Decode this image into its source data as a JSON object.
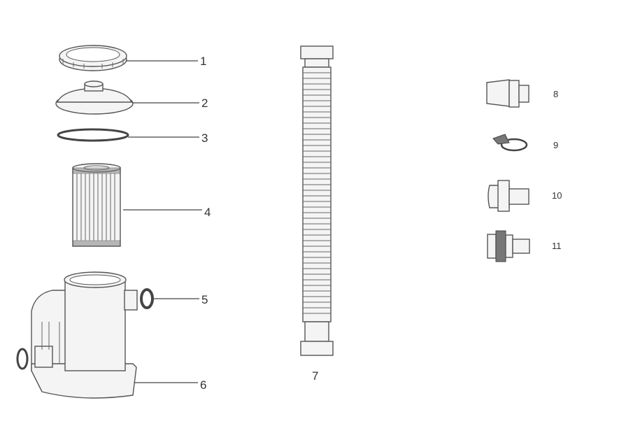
{
  "diagram": {
    "colors": {
      "line": "#555555",
      "fill": "#f4f4f4",
      "text": "#333333"
    },
    "parts": [
      {
        "number": "1",
        "icon": "lock-ring-icon"
      },
      {
        "number": "2",
        "icon": "filter-cover-icon"
      },
      {
        "number": "3",
        "icon": "o-ring-icon"
      },
      {
        "number": "4",
        "icon": "filter-cartridge-icon"
      },
      {
        "number": "5",
        "icon": "o-ring-small-icon"
      },
      {
        "number": "6",
        "icon": "pump-housing-icon"
      },
      {
        "number": "7",
        "icon": "hose-icon"
      },
      {
        "number": "8",
        "icon": "hose-adapter-icon"
      },
      {
        "number": "9",
        "icon": "hose-clamp-icon"
      },
      {
        "number": "10",
        "icon": "connector-nut-icon"
      },
      {
        "number": "11",
        "icon": "strainer-connector-icon"
      }
    ]
  }
}
